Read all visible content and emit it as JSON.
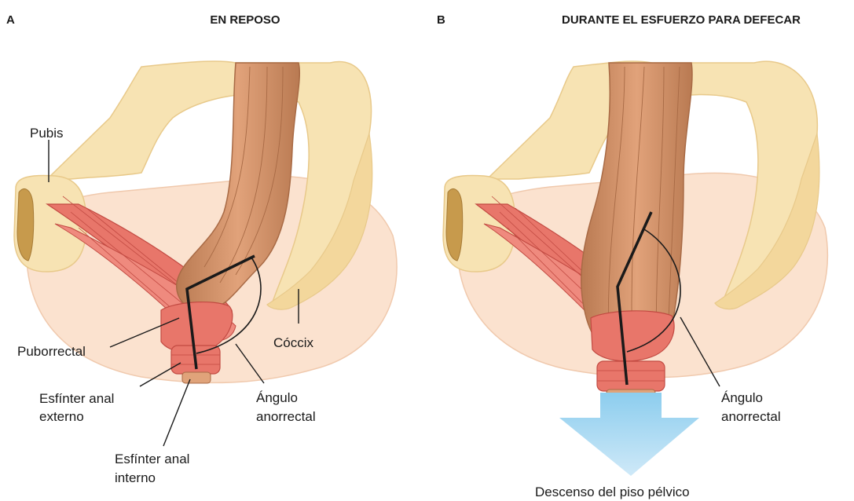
{
  "panels": [
    {
      "letter": "A",
      "title": "EN REPOSO",
      "labels": {
        "pubis": "Pubis",
        "puborrectal": "Puborrectal",
        "esfinter_externo_1": "Esfínter anal",
        "esfinter_externo_2": "externo",
        "esfinter_interno_1": "Esfínter anal",
        "esfinter_interno_2": "interno",
        "angulo_1": "Ángulo",
        "angulo_2": "anorrectal",
        "coccix": "Cóccix"
      }
    },
    {
      "letter": "B",
      "title": "DURANTE EL ESFUERZO PARA DEFECAR",
      "labels": {
        "angulo_1": "Ángulo",
        "angulo_2": "anorrectal",
        "descenso": "Descenso del piso pélvico"
      }
    }
  ],
  "colors": {
    "bone": "#f7e3b3",
    "bone_edge": "#e8c98a",
    "pelvic_floor": "#fbe2cf",
    "rectum": "#d8956a",
    "rectum_dark": "#a86a45",
    "muscle": "#e8766a",
    "muscle_dark": "#c24a42",
    "arrow": "#9fd3f0"
  }
}
